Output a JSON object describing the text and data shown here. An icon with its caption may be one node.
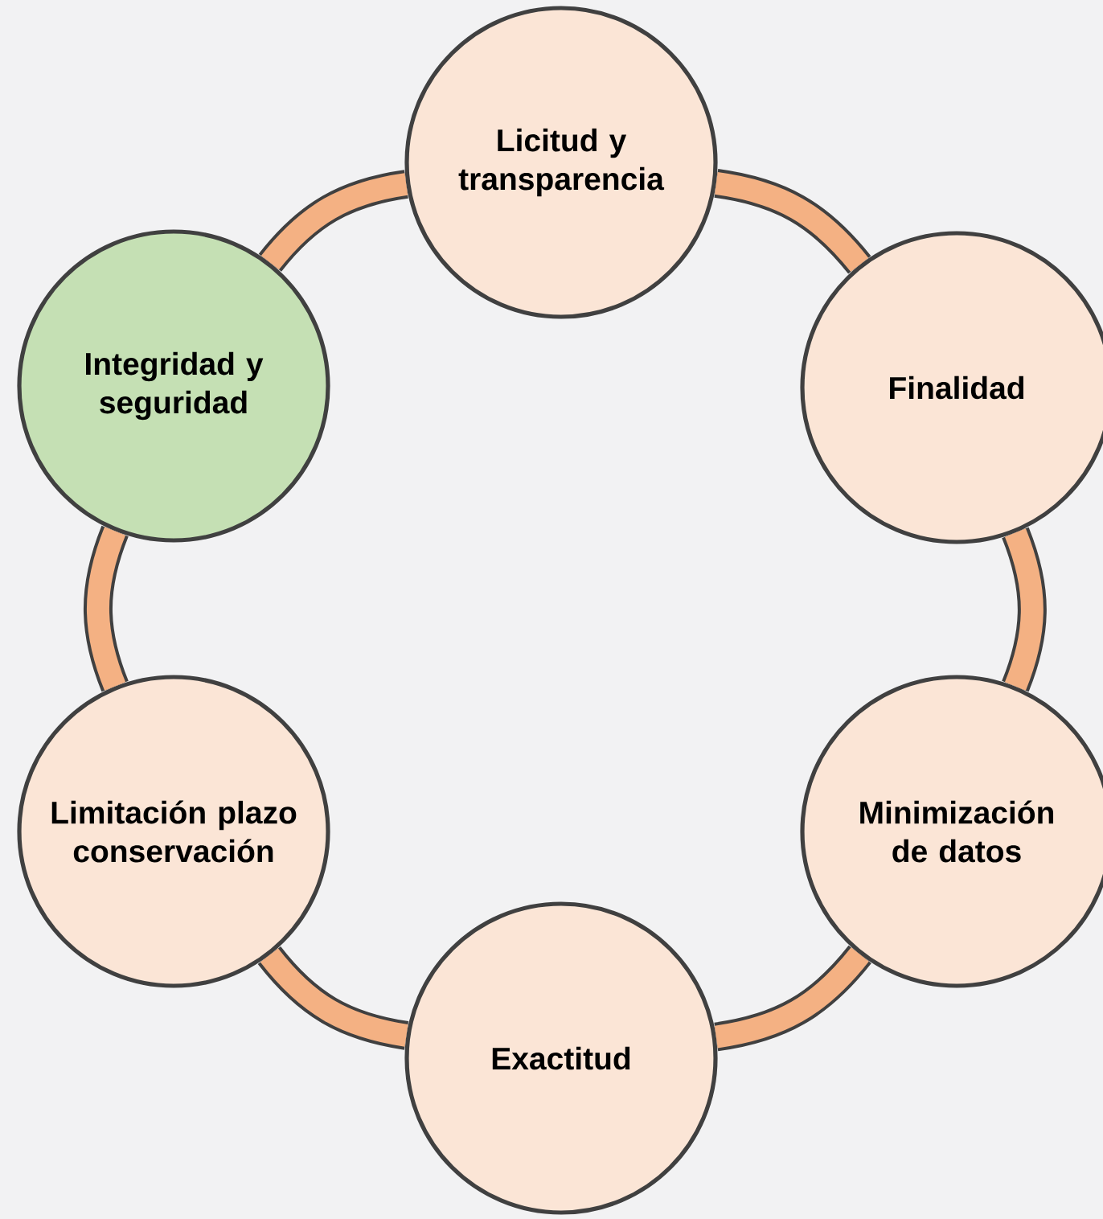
{
  "diagram": {
    "nodes": [
      {
        "text": [
          "Licitud y transparencia"
        ]
      },
      {
        "text": [
          "Finalidad"
        ]
      },
      {
        "text": [
          "Minimización de datos"
        ]
      },
      {
        "text": [
          "Exactitud"
        ]
      },
      {
        "text": [
          "Limitación plazo conservación"
        ]
      },
      {
        "text": [
          "Integridad y seguridad"
        ]
      }
    ],
    "edges": [
      {
        "from": 0,
        "to": 1,
        "arrow": "none"
      },
      {
        "from": 1,
        "to": 2,
        "arrow": "none"
      },
      {
        "from": 2,
        "to": 3,
        "arrow": "none"
      },
      {
        "from": 3,
        "to": 4,
        "arrow": "none"
      },
      {
        "from": 4,
        "to": 5,
        "arrow": "none"
      },
      {
        "from": 5,
        "to": 0,
        "arrow": "none"
      }
    ]
  }
}
